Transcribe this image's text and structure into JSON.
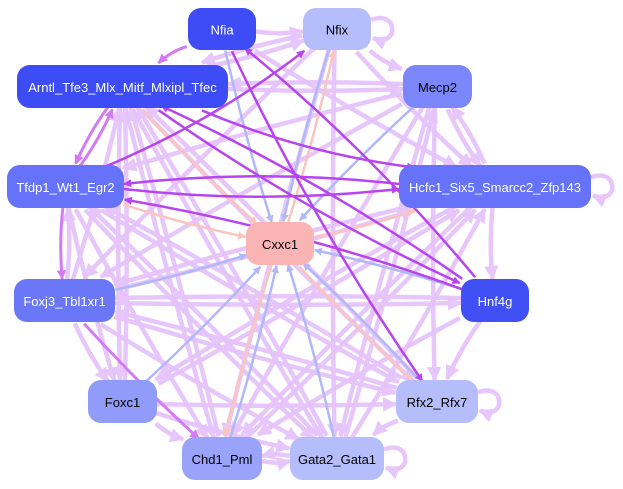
{
  "diagram": {
    "type": "directed-network",
    "nodes": [
      {
        "id": "Nfia",
        "label": "Nfia",
        "fill": "#3d4cf5",
        "text_color": "#ffffff"
      },
      {
        "id": "Nfix",
        "label": "Nfix",
        "fill": "#b5bdfb",
        "text_color": "#000000"
      },
      {
        "id": "Arntl",
        "label": "Arntl_Tfe3_Mlx_Mitf_Mlxipl_Tfec",
        "fill": "#3d4cf5",
        "text_color": "#ffffff"
      },
      {
        "id": "Mecp2",
        "label": "Mecp2",
        "fill": "#7a86fa",
        "text_color": "#000000"
      },
      {
        "id": "Tfdp1",
        "label": "Tfdp1_Wt1_Egr2",
        "fill": "#6572f9",
        "text_color": "#ffffff"
      },
      {
        "id": "Hcfc1",
        "label": "Hcfc1_Six5_Smarcc2_Zfp143",
        "fill": "#6572f9",
        "text_color": "#ffffff"
      },
      {
        "id": "Cxxc1",
        "label": "Cxxc1",
        "fill": "#fbb4b4",
        "text_color": "#000000"
      },
      {
        "id": "Foxj3",
        "label": "Foxj3_Tbl1xr1",
        "fill": "#6a78f8",
        "text_color": "#ffffff"
      },
      {
        "id": "Hnf4g",
        "label": "Hnf4g",
        "fill": "#4050f5",
        "text_color": "#ffffff"
      },
      {
        "id": "Foxc1",
        "label": "Foxc1",
        "fill": "#919bfa",
        "text_color": "#000000"
      },
      {
        "id": "Rfx2",
        "label": "Rfx2_Rfx7",
        "fill": "#b5bdfb",
        "text_color": "#000000"
      },
      {
        "id": "Chd1",
        "label": "Chd1_Pml",
        "fill": "#9aa3fa",
        "text_color": "#000000"
      },
      {
        "id": "Gata2",
        "label": "Gata2_Gata1",
        "fill": "#b5bdfb",
        "text_color": "#000000"
      }
    ],
    "edge_colors": {
      "light_violet": "#e6c4fb",
      "violet": "#d47af5",
      "strong_violet": "#b844f0",
      "peach": "#fbc4bc",
      "periwinkle": "#b0b8fa"
    },
    "edges": [
      {
        "from": "Nfia",
        "to": "Arntl",
        "color": "violet"
      },
      {
        "from": "Nfia",
        "to": "Nfix",
        "color": "light_violet"
      },
      {
        "from": "Nfix",
        "to": "Nfix",
        "color": "light_violet"
      },
      {
        "from": "Nfix",
        "to": "Mecp2",
        "color": "light_violet"
      },
      {
        "from": "Nfix",
        "to": "Arntl",
        "color": "light_violet"
      },
      {
        "from": "Nfix",
        "to": "Cxxc1",
        "color": "periwinkle"
      },
      {
        "from": "Nfix",
        "to": "Hcfc1",
        "color": "light_violet"
      },
      {
        "from": "Nfix",
        "to": "Chd1",
        "color": "light_violet"
      },
      {
        "from": "Nfix",
        "to": "Gata2",
        "color": "light_violet"
      },
      {
        "from": "Nfix",
        "to": "Foxj3",
        "color": "light_violet"
      },
      {
        "from": "Arntl",
        "to": "Tfdp1",
        "color": "violet"
      },
      {
        "from": "Tfdp1",
        "to": "Arntl",
        "color": "violet"
      },
      {
        "from": "Arntl",
        "to": "Cxxc1",
        "color": "peach"
      },
      {
        "from": "Arntl",
        "to": "Hcfc1",
        "color": "strong_violet"
      },
      {
        "from": "Arntl",
        "to": "Foxc1",
        "color": "light_violet"
      },
      {
        "from": "Arntl",
        "to": "Chd1",
        "color": "light_violet"
      },
      {
        "from": "Arntl",
        "to": "Rfx2",
        "color": "light_violet"
      },
      {
        "from": "Arntl",
        "to": "Gata2",
        "color": "light_violet"
      },
      {
        "from": "Mecp2",
        "to": "Arntl",
        "color": "light_violet"
      },
      {
        "from": "Mecp2",
        "to": "Hcfc1",
        "color": "light_violet"
      },
      {
        "from": "Hcfc1",
        "to": "Mecp2",
        "color": "light_violet"
      },
      {
        "from": "Mecp2",
        "to": "Tfdp1",
        "color": "light_violet"
      },
      {
        "from": "Mecp2",
        "to": "Cxxc1",
        "color": "periwinkle"
      },
      {
        "from": "Mecp2",
        "to": "Foxj3",
        "color": "light_violet"
      },
      {
        "from": "Mecp2",
        "to": "Chd1",
        "color": "light_violet"
      },
      {
        "from": "Tfdp1",
        "to": "Foxj3",
        "color": "violet"
      },
      {
        "from": "Foxj3",
        "to": "Tfdp1",
        "color": "light_violet"
      },
      {
        "from": "Tfdp1",
        "to": "Cxxc1",
        "color": "peach"
      },
      {
        "from": "Tfdp1",
        "to": "Hcfc1",
        "color": "strong_violet"
      },
      {
        "from": "Hcfc1",
        "to": "Tfdp1",
        "color": "strong_violet"
      },
      {
        "from": "Tfdp1",
        "to": "Rfx2",
        "color": "light_violet"
      },
      {
        "from": "Tfdp1",
        "to": "Gata2",
        "color": "light_violet"
      },
      {
        "from": "Tfdp1",
        "to": "Nfix",
        "color": "strong_violet"
      },
      {
        "from": "Hcfc1",
        "to": "Hcfc1",
        "color": "light_violet"
      },
      {
        "from": "Hcfc1",
        "to": "Hnf4g",
        "color": "light_violet"
      },
      {
        "from": "Hcfc1",
        "to": "Foxj3",
        "color": "light_violet"
      },
      {
        "from": "Hcfc1",
        "to": "Chd1",
        "color": "light_violet"
      },
      {
        "from": "Hcfc1",
        "to": "Foxc1",
        "color": "light_violet"
      },
      {
        "from": "Cxxc1",
        "to": "Hcfc1",
        "color": "peach"
      },
      {
        "from": "Foxj3",
        "to": "Cxxc1",
        "color": "periwinkle"
      },
      {
        "from": "Foxj3",
        "to": "Foxc1",
        "color": "light_violet"
      },
      {
        "from": "Foxj3",
        "to": "Hnf4g",
        "color": "light_violet"
      },
      {
        "from": "Foxj3",
        "to": "Rfx2",
        "color": "light_violet"
      },
      {
        "from": "Foxj3",
        "to": "Gata2",
        "color": "light_violet"
      },
      {
        "from": "Foxj3",
        "to": "Chd1",
        "color": "violet"
      },
      {
        "from": "Foxj3",
        "to": "Arntl",
        "color": "light_violet"
      },
      {
        "from": "Hnf4g",
        "to": "Cxxc1",
        "color": "periwinkle"
      },
      {
        "from": "Hnf4g",
        "to": "Nfia",
        "color": "strong_violet"
      },
      {
        "from": "Hnf4g",
        "to": "Arntl",
        "color": "strong_violet"
      },
      {
        "from": "Hnf4g",
        "to": "Tfdp1",
        "color": "strong_violet"
      },
      {
        "from": "Hnf4g",
        "to": "Rfx2",
        "color": "light_violet"
      },
      {
        "from": "Hnf4g",
        "to": "Foxj3",
        "color": "light_violet"
      },
      {
        "from": "Hnf4g",
        "to": "Chd1",
        "color": "light_violet"
      },
      {
        "from": "Foxc1",
        "to": "Cxxc1",
        "color": "periwinkle"
      },
      {
        "from": "Foxc1",
        "to": "Chd1",
        "color": "light_violet"
      },
      {
        "from": "Foxc1",
        "to": "Rfx2",
        "color": "light_violet"
      },
      {
        "from": "Foxc1",
        "to": "Arntl",
        "color": "light_violet"
      },
      {
        "from": "Foxc1",
        "to": "Hcfc1",
        "color": "light_violet"
      },
      {
        "from": "Foxc1",
        "to": "Gata2",
        "color": "light_violet"
      },
      {
        "from": "Rfx2",
        "to": "Rfx2",
        "color": "light_violet"
      },
      {
        "from": "Rfx2",
        "to": "Cxxc1",
        "color": "periwinkle"
      },
      {
        "from": "Rfx2",
        "to": "Gata2",
        "color": "light_violet"
      },
      {
        "from": "Rfx2",
        "to": "Tfdp1",
        "color": "light_violet"
      },
      {
        "from": "Rfx2",
        "to": "Foxj3",
        "color": "light_violet"
      },
      {
        "from": "Rfx2",
        "to": "Arntl",
        "color": "light_violet"
      },
      {
        "from": "Chd1",
        "to": "Cxxc1",
        "color": "periwinkle"
      },
      {
        "from": "Cxxc1",
        "to": "Chd1",
        "color": "peach"
      },
      {
        "from": "Chd1",
        "to": "Gata2",
        "color": "light_violet"
      },
      {
        "from": "Gata2",
        "to": "Chd1",
        "color": "light_violet"
      },
      {
        "from": "Chd1",
        "to": "Hcfc1",
        "color": "light_violet"
      },
      {
        "from": "Chd1",
        "to": "Arntl",
        "color": "light_violet"
      },
      {
        "from": "Gata2",
        "to": "Gata2",
        "color": "light_violet"
      },
      {
        "from": "Gata2",
        "to": "Cxxc1",
        "color": "periwinkle"
      },
      {
        "from": "Gata2",
        "to": "Arntl",
        "color": "light_violet"
      },
      {
        "from": "Gata2",
        "to": "Hcfc1",
        "color": "light_violet"
      },
      {
        "from": "Gata2",
        "to": "Tfdp1",
        "color": "light_violet"
      },
      {
        "from": "Gata2",
        "to": "Mecp2",
        "color": "light_violet"
      },
      {
        "from": "Nfia",
        "to": "Cxxc1",
        "color": "periwinkle"
      },
      {
        "from": "Nfia",
        "to": "Rfx2",
        "color": "strong_violet"
      },
      {
        "from": "Nfia",
        "to": "Hcfc1",
        "color": "light_violet"
      },
      {
        "from": "Arntl",
        "to": "Nfix",
        "color": "light_violet"
      },
      {
        "from": "Arntl",
        "to": "Hnf4g",
        "color": "strong_violet"
      },
      {
        "from": "Arntl",
        "to": "Mecp2",
        "color": "light_violet"
      },
      {
        "from": "Mecp2",
        "to": "Rfx2",
        "color": "light_violet"
      },
      {
        "from": "Mecp2",
        "to": "Gata2",
        "color": "light_violet"
      },
      {
        "from": "Cxxc1",
        "to": "Rfx2",
        "color": "peach"
      },
      {
        "from": "Cxxc1",
        "to": "Nfix",
        "color": "peach"
      },
      {
        "from": "Foxj3",
        "to": "Hcfc1",
        "color": "light_violet"
      },
      {
        "from": "Tfdp1",
        "to": "Chd1",
        "color": "light_violet"
      },
      {
        "from": "Tfdp1",
        "to": "Foxc1",
        "color": "light_violet"
      }
    ]
  }
}
